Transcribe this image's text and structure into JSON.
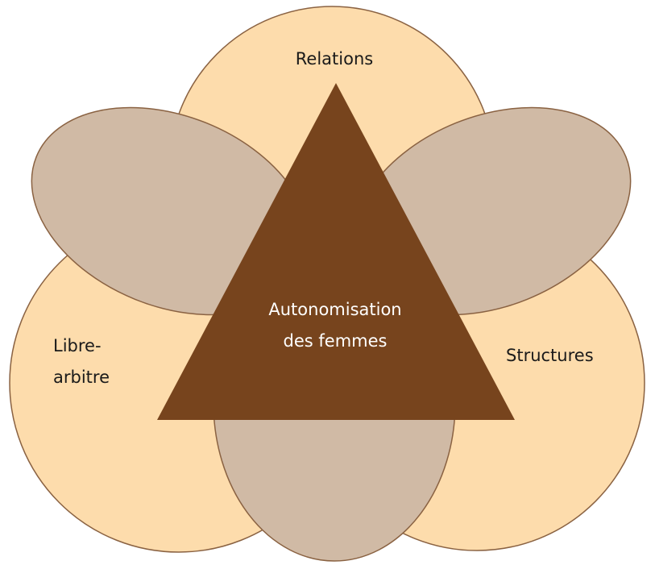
{
  "diagram": {
    "center_label": [
      "Autonomisation",
      "des femmes"
    ],
    "labels": {
      "top": "Relations",
      "left": [
        "Libre-",
        "arbitre"
      ],
      "right": "Structures"
    },
    "colors": {
      "circle_fill": "#fddcac",
      "ellipse_fill": "#d0baa5",
      "outline": "#8a6242",
      "triangle": "#77441d",
      "center_text": "#ffffff",
      "label_text": "#1a1a1a"
    }
  }
}
